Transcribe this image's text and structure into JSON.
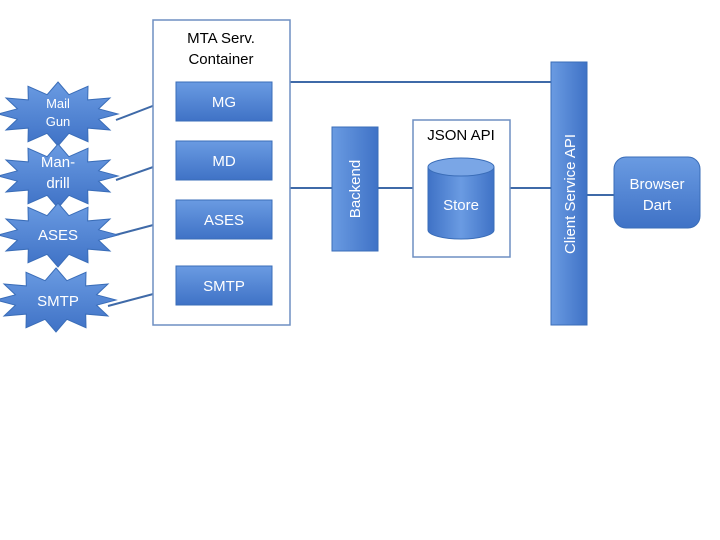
{
  "container": {
    "title_line1": "MTA Serv.",
    "title_line2": "Container"
  },
  "providers": [
    {
      "line1": "Mail",
      "line2": "Gun"
    },
    {
      "line1": "Man-",
      "line2": "drill"
    },
    {
      "line1": "ASES",
      "line2": ""
    },
    {
      "line1": "SMTP",
      "line2": ""
    }
  ],
  "adapters": [
    "MG",
    "MD",
    "ASES",
    "SMTP"
  ],
  "backend": "Backend",
  "json_api": {
    "title": "JSON API",
    "store": "Store"
  },
  "client_service_api": "Client Service API",
  "browser": {
    "line1": "Browser",
    "line2": "Dart"
  },
  "colors": {
    "box_fill": "#4a7fd0",
    "box_stroke": "#3a6db8",
    "line": "#3f6aa8",
    "container_border": "#6e8fc2"
  }
}
